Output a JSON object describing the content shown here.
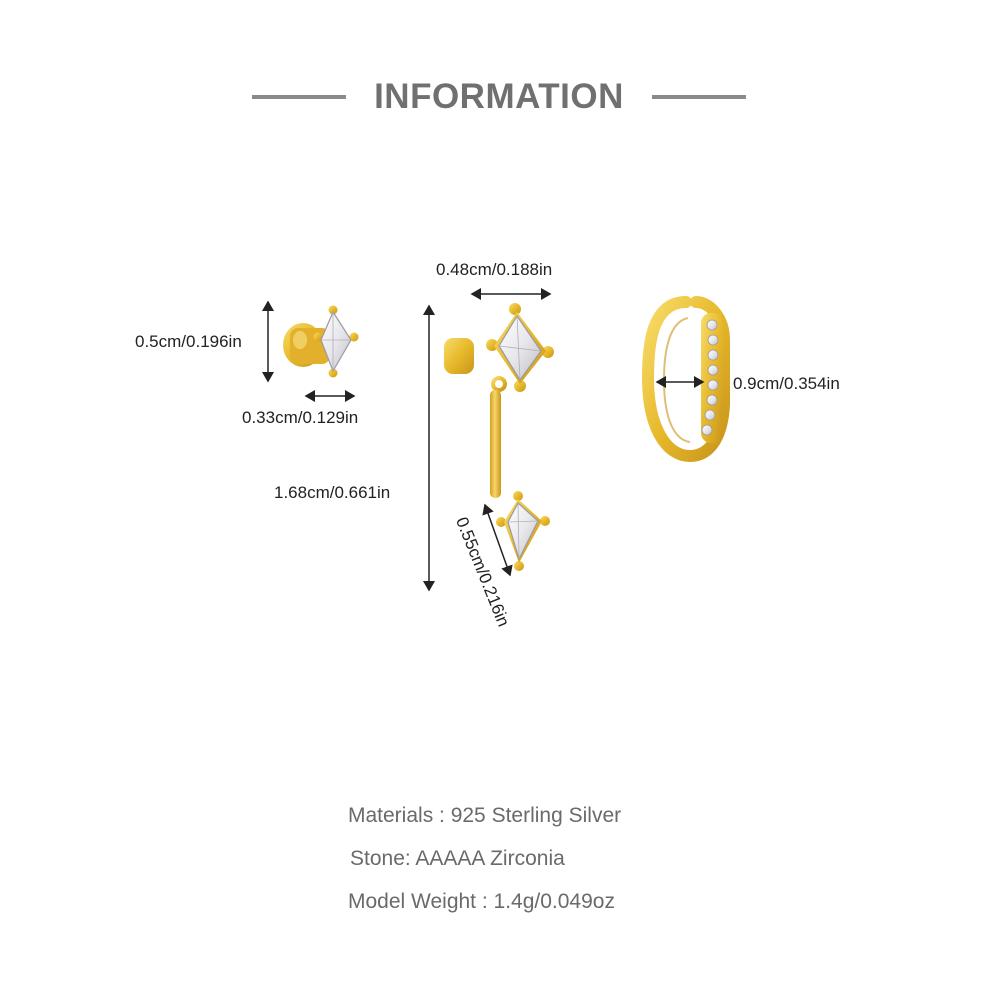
{
  "header": {
    "title": "INFORMATION"
  },
  "dimensions": {
    "stud_height": "0.5cm/0.196in",
    "stud_width": "0.33cm/0.129in",
    "drop_top_width": "0.48cm/0.188in",
    "drop_total_length": "1.68cm/0.661in",
    "drop_bottom_stone": "0.55cm/0.216in",
    "hoop_diameter": "0.9cm/0.354in"
  },
  "specs": {
    "materials": "Materials : 925 Sterling Silver",
    "stone": "Stone: AAAAA Zirconia",
    "weight": "Model Weight : 1.4g/0.049oz"
  },
  "colors": {
    "gold": "#e7b92c",
    "gold_dark": "#c9951a",
    "title_gray": "#707070",
    "spec_gray": "#6a6a6a"
  },
  "icons": {
    "stud": "stud-earring-icon",
    "drop": "drop-earring-icon",
    "hoop": "hoop-earring-icon"
  }
}
